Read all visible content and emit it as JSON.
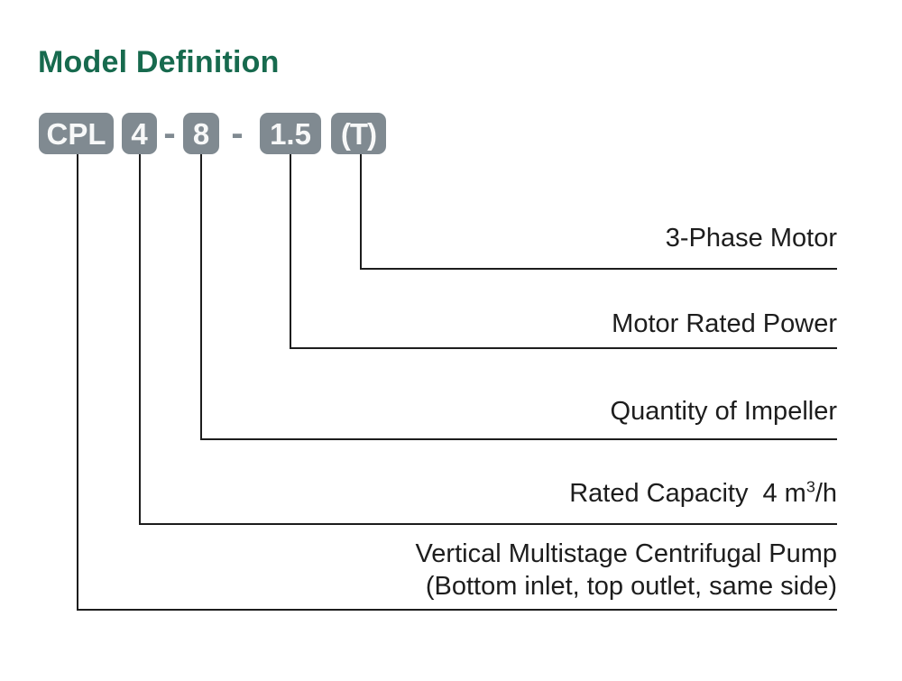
{
  "title": {
    "text": "Model Definition",
    "color": "#176a4e"
  },
  "model_code": {
    "box_color": "#808a91",
    "box_text_color": "#f7f8f8",
    "separator": "-",
    "segments": [
      {
        "label": "CPL"
      },
      {
        "label": "4"
      },
      {
        "label": "8"
      },
      {
        "label": "1.5"
      },
      {
        "label": "(T)"
      }
    ]
  },
  "line_color": "#1d1d1d",
  "annotations": [
    {
      "code": "(T)",
      "label": "3-Phase Motor"
    },
    {
      "code": "1.5",
      "label": "Motor Rated Power"
    },
    {
      "code": "8",
      "label": "Quantity of Impeller"
    },
    {
      "code": "4",
      "label_prefix": "Rated Capacity",
      "label_value": "4 m",
      "label_sup": "3",
      "label_suffix": "/h"
    },
    {
      "code": "CPL",
      "label_line1": "Vertical Multistage Centrifugal Pump",
      "label_line2": "(Bottom inlet, top outlet, same side)"
    }
  ]
}
